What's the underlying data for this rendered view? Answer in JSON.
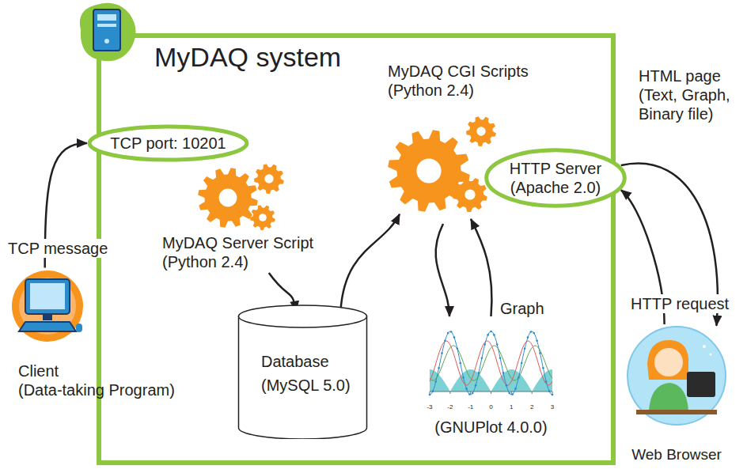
{
  "diagram": {
    "nodes": [
      {
        "text": [
          "MyDAQ system"
        ]
      },
      {
        "text": [
          "TCP port: 10201"
        ],
        "in": 0
      },
      {
        "text": [
          "MyDAQ Server Script",
          "(Python 2.4)"
        ],
        "in": 0
      },
      {
        "text": [
          "MyDAQ CGI Scripts",
          "(Python 2.4)"
        ],
        "in": 0
      },
      {
        "text": [
          "HTTP Server",
          "(Apache 2.0)"
        ],
        "in": 0
      },
      {
        "text": [
          "Database",
          "(MySQL 5.0)"
        ],
        "in": 0
      },
      {
        "text": [
          "(GNUPlot 4.0.0)"
        ],
        "in": 0
      },
      {
        "text": [
          "Client",
          "(Data-taking Program)"
        ]
      },
      {
        "text": [
          "Web Browser"
        ]
      }
    ],
    "edges": [
      {
        "from": 7,
        "to": 1,
        "label": "TCP message",
        "arrow": "to"
      },
      {
        "from": 2,
        "to": 5,
        "arrow": "to"
      },
      {
        "from": 5,
        "to": 3,
        "arrow": "to"
      },
      {
        "from": 3,
        "to": 6,
        "arrow": "to"
      },
      {
        "from": 6,
        "to": 3,
        "label": "Graph",
        "arrow": "to"
      },
      {
        "from": 4,
        "to": 8,
        "label": "HTML page (Text, Graph, Binary file)",
        "arrow": "to"
      },
      {
        "from": 8,
        "to": 4,
        "label": "HTTP request",
        "arrow": "to"
      }
    ],
    "labels": [
      "-3",
      "-2",
      "-1",
      "0",
      "1",
      "2",
      "3"
    ]
  }
}
